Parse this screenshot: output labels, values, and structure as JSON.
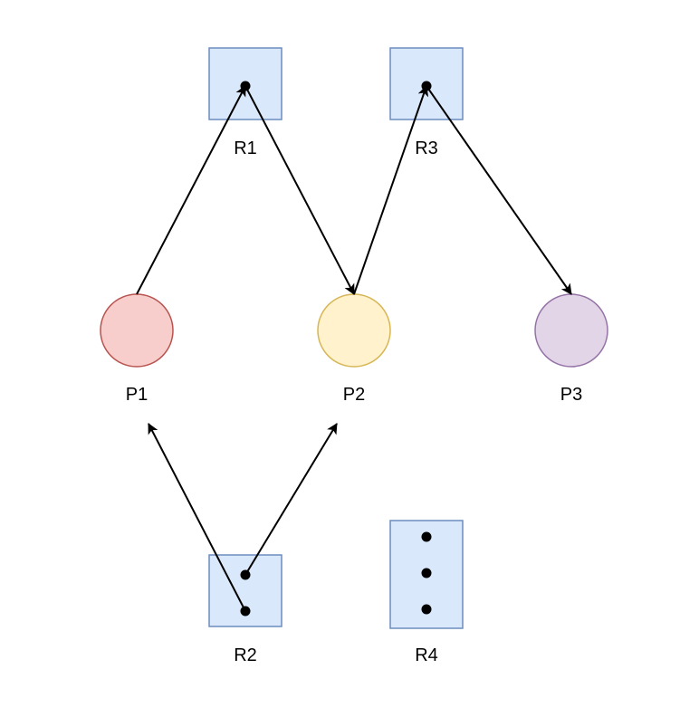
{
  "colors": {
    "resource_fill": "#dae8fc",
    "resource_stroke": "#6c8ebf",
    "p1_fill": "#f8cecc",
    "p1_stroke": "#b85450",
    "p2_fill": "#fff2cc",
    "p2_stroke": "#d6b656",
    "p3_fill": "#e1d5e7",
    "p3_stroke": "#9673a6",
    "edge": "#000000",
    "dot": "#000000"
  },
  "resources": [
    {
      "id": "R1",
      "label": "R1",
      "instances": 1
    },
    {
      "id": "R3",
      "label": "R3",
      "instances": 1
    },
    {
      "id": "R2",
      "label": "R2",
      "instances": 2
    },
    {
      "id": "R4",
      "label": "R4",
      "instances": 3
    }
  ],
  "processes": [
    {
      "id": "P1",
      "label": "P1"
    },
    {
      "id": "P2",
      "label": "P2"
    },
    {
      "id": "P3",
      "label": "P3"
    }
  ],
  "edges": [
    {
      "from": "P1",
      "to": "R1",
      "kind": "request"
    },
    {
      "from": "R1",
      "to": "P2",
      "kind": "assignment"
    },
    {
      "from": "P2",
      "to": "R3",
      "kind": "request"
    },
    {
      "from": "R3",
      "to": "P3",
      "kind": "assignment"
    },
    {
      "from": "R2",
      "to": "P1",
      "kind": "assignment"
    },
    {
      "from": "R2",
      "to": "P2",
      "kind": "assignment"
    }
  ]
}
